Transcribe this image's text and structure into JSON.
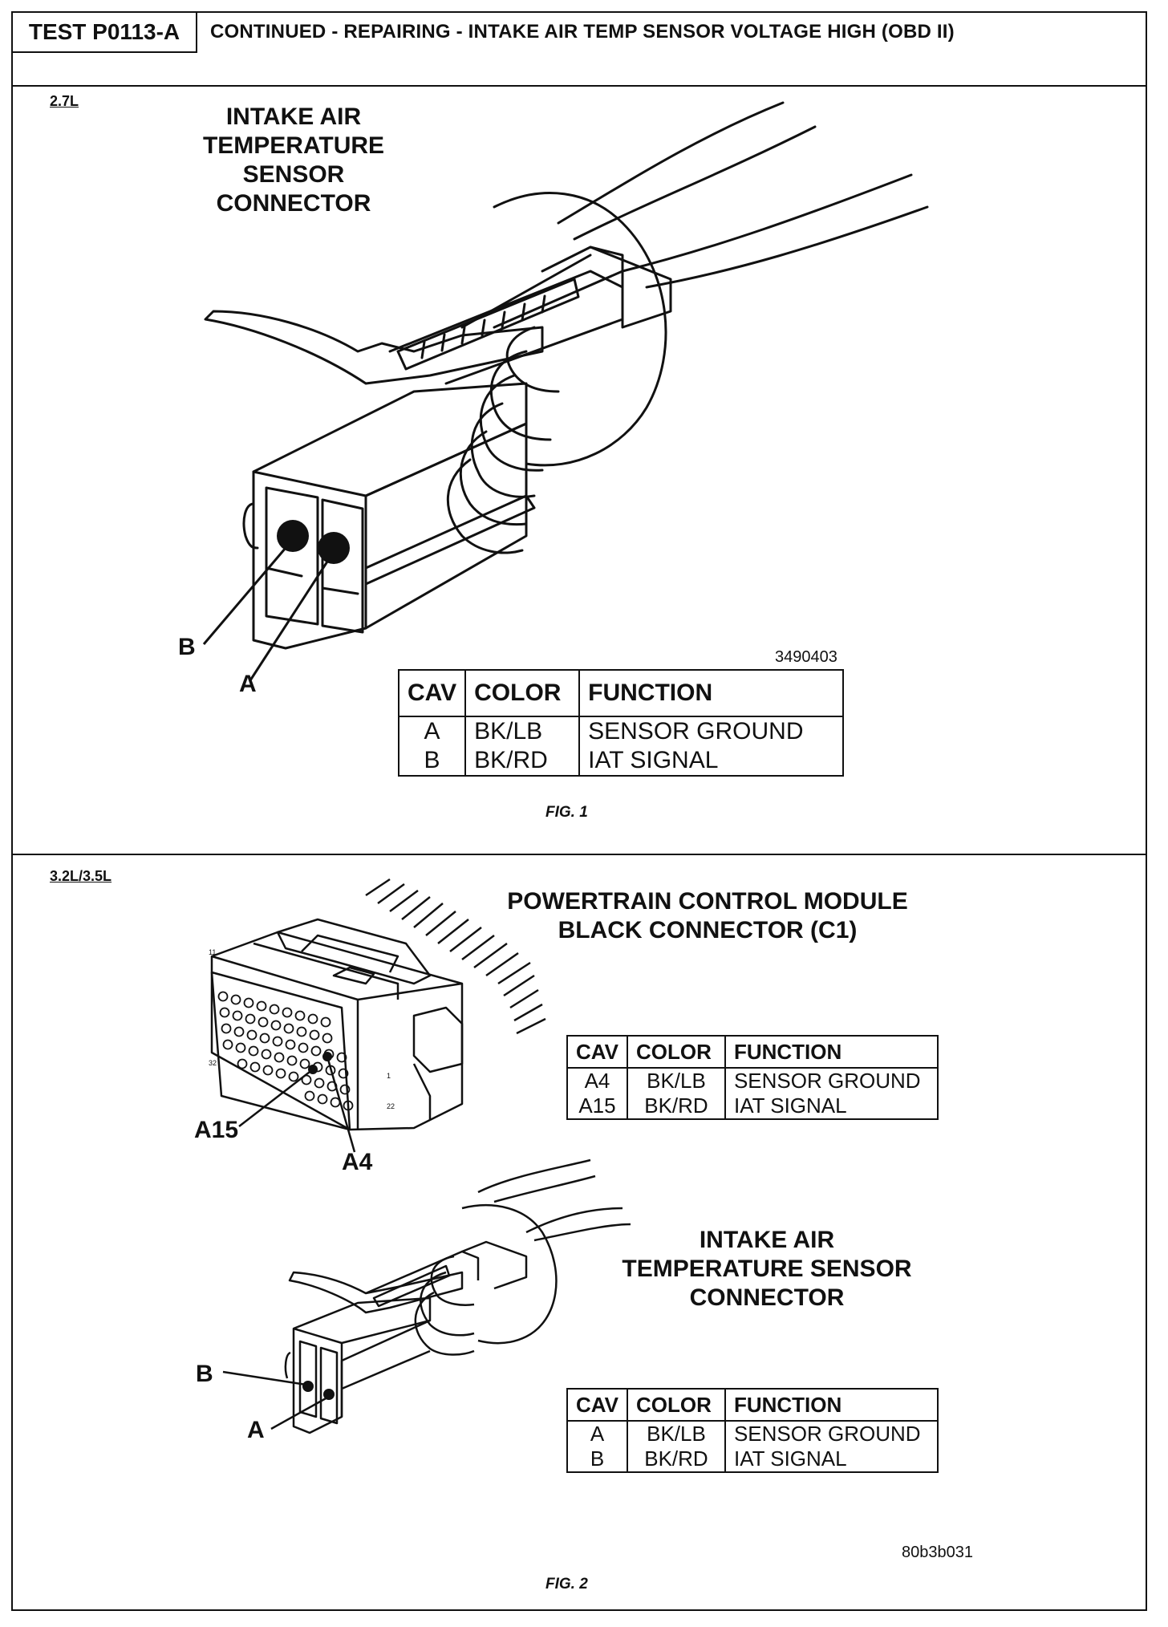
{
  "header": {
    "test_id": "TEST P0113-A",
    "title": "CONTINUED - REPAIRING - INTAKE AIR TEMP SENSOR VOLTAGE HIGH (OBD II)"
  },
  "fig1": {
    "engine": "2.7L",
    "heading": [
      "INTAKE AIR",
      "TEMPERATURE SENSOR",
      "CONNECTOR"
    ],
    "callouts": {
      "b": "B",
      "a": "A"
    },
    "ref": "3490403",
    "table": {
      "headers": [
        "CAV",
        "COLOR",
        "FUNCTION"
      ],
      "rows": [
        [
          "A",
          "BK/LB",
          "SENSOR GROUND"
        ],
        [
          "B",
          "BK/RD",
          "IAT SIGNAL"
        ]
      ]
    },
    "caption": "FIG. 1"
  },
  "fig2": {
    "engine": "3.2L/3.5L",
    "pcm": {
      "heading": [
        "POWERTRAIN CONTROL MODULE",
        "BLACK CONNECTOR (C1)"
      ],
      "pin_labels": {
        "p11": "11",
        "p32": "32",
        "p1": "1",
        "p22": "22"
      },
      "callouts": {
        "a15": "A15",
        "a4": "A4"
      },
      "table": {
        "headers": [
          "CAV",
          "COLOR",
          "FUNCTION"
        ],
        "rows": [
          [
            "A4",
            "BK/LB",
            "SENSOR GROUND"
          ],
          [
            "A15",
            "BK/RD",
            "IAT SIGNAL"
          ]
        ]
      }
    },
    "iat": {
      "heading": [
        "INTAKE AIR",
        "TEMPERATURE SENSOR",
        "CONNECTOR"
      ],
      "callouts": {
        "b": "B",
        "a": "A"
      },
      "table": {
        "headers": [
          "CAV",
          "COLOR",
          "FUNCTION"
        ],
        "rows": [
          [
            "A",
            "BK/LB",
            "SENSOR GROUND"
          ],
          [
            "B",
            "BK/RD",
            "IAT SIGNAL"
          ]
        ]
      }
    },
    "ref": "80b3b031",
    "caption": "FIG. 2"
  }
}
